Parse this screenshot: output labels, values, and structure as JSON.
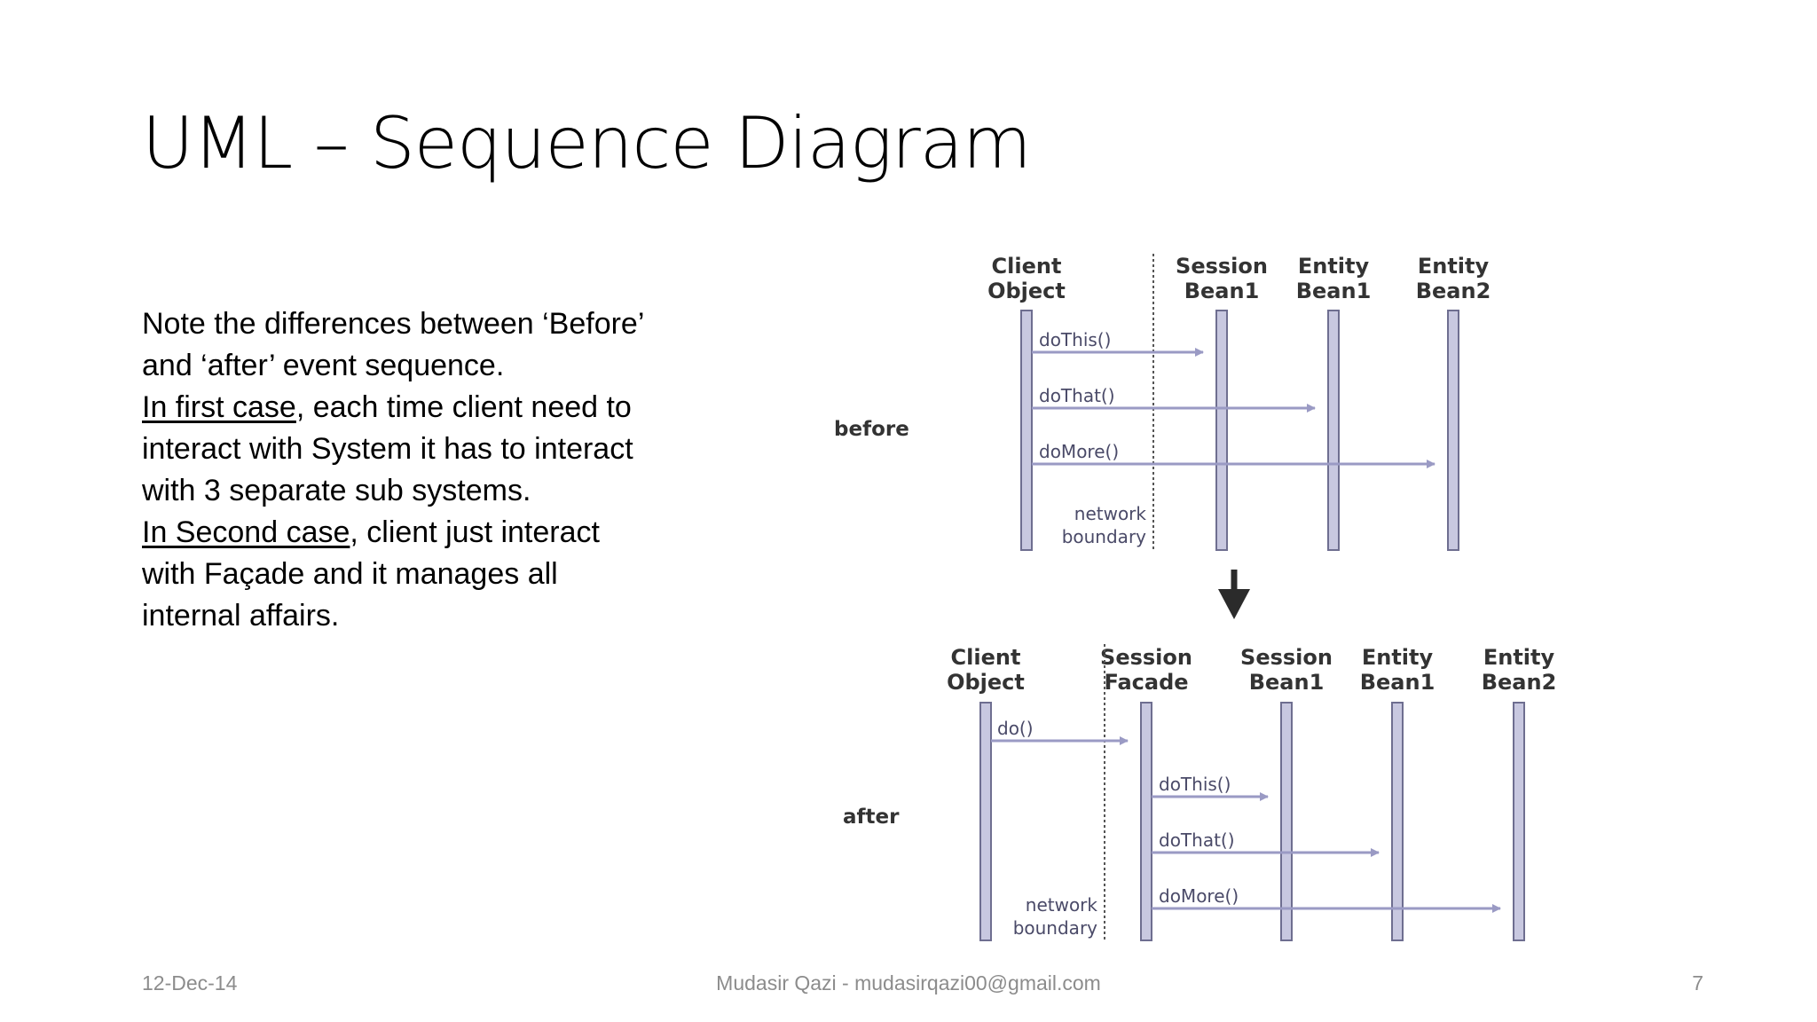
{
  "slide": {
    "title": "UML – Sequence Diagram",
    "body": {
      "line1": "Note the differences between ‘Before’",
      "line2": "and ‘after’ event sequence.",
      "line3_underlined": "In first case",
      "line3_rest": ", each time client need to",
      "line4": "interact with System it has to interact",
      "line5": "with 3 separate sub systems.",
      "line6_underlined": "In Second case",
      "line6_rest": ", client just interact",
      "line7": "with Façade and it manages all",
      "line8": "internal affairs."
    },
    "footer": {
      "date": "12-Dec-14",
      "author": "Mudasir Qazi - mudasirqazi00@gmail.com",
      "page": "7"
    }
  },
  "diagram": {
    "before": {
      "label": "before",
      "lifelines": [
        {
          "line1": "Client",
          "line2": "Object"
        },
        {
          "line1": "Session",
          "line2": "Bean1"
        },
        {
          "line1": "Entity",
          "line2": "Bean1"
        },
        {
          "line1": "Entity",
          "line2": "Bean2"
        }
      ],
      "messages": [
        "doThis()",
        "doThat()",
        "doMore()"
      ],
      "boundary": {
        "line1": "network",
        "line2": "boundary"
      }
    },
    "after": {
      "label": "after",
      "lifelines": [
        {
          "line1": "Client",
          "line2": "Object"
        },
        {
          "line1": "Session",
          "line2": "Facade"
        },
        {
          "line1": "Session",
          "line2": "Bean1"
        },
        {
          "line1": "Entity",
          "line2": "Bean1"
        },
        {
          "line1": "Entity",
          "line2": "Bean2"
        }
      ],
      "messages": [
        "do()",
        "doThis()",
        "doThat()",
        "doMore()"
      ],
      "boundary": {
        "line1": "network",
        "line2": "boundary"
      }
    },
    "colors": {
      "lifeline_fill": "#c8c8e0",
      "lifeline_stroke": "#6e6e90",
      "arrow": "#9a9ac4",
      "transition_arrow": "#2b2b2b"
    }
  }
}
